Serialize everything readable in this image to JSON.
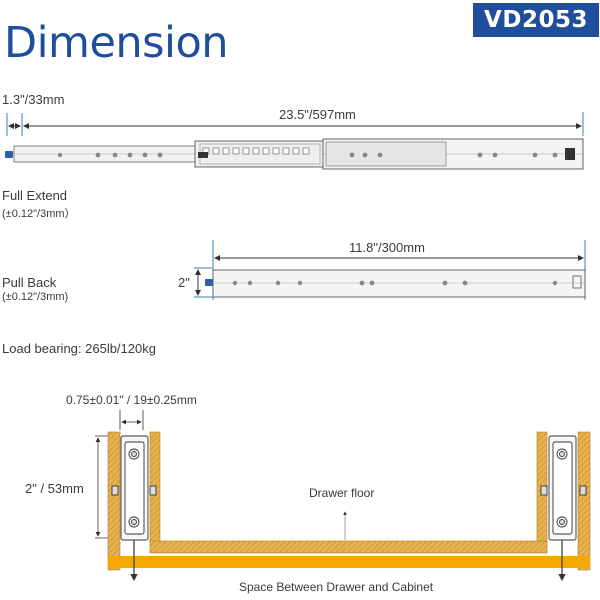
{
  "header": {
    "badge": "VD2053",
    "title": "Dimension"
  },
  "full_extend": {
    "offset_dim": "1.3\"/33mm",
    "length_dim": "23.5\"/597mm",
    "label": "Full Extend",
    "tolerance": "(±0.12\"/3mm）"
  },
  "pull_back": {
    "length_dim": "11.8\"/300mm",
    "height_dim": "2\"",
    "label": "Pull Back",
    "tolerance": "(±0.12\"/3mm)"
  },
  "load": {
    "text": "Load bearing: 265lb/120kg"
  },
  "cross_section": {
    "width_dim": "0.75±0.01\" / 19±0.25mm",
    "height_dim": "2\" / 53mm",
    "floor_label": "Drawer floor",
    "space_label": "Space Between Drawer and Cabinet"
  },
  "colors": {
    "brand_blue": "#1f4e9c",
    "wood": "#e8b250",
    "wood_hatch": "#c48a2a",
    "space_yellow": "#f5a800",
    "dim_line": "#3a7ec0"
  }
}
